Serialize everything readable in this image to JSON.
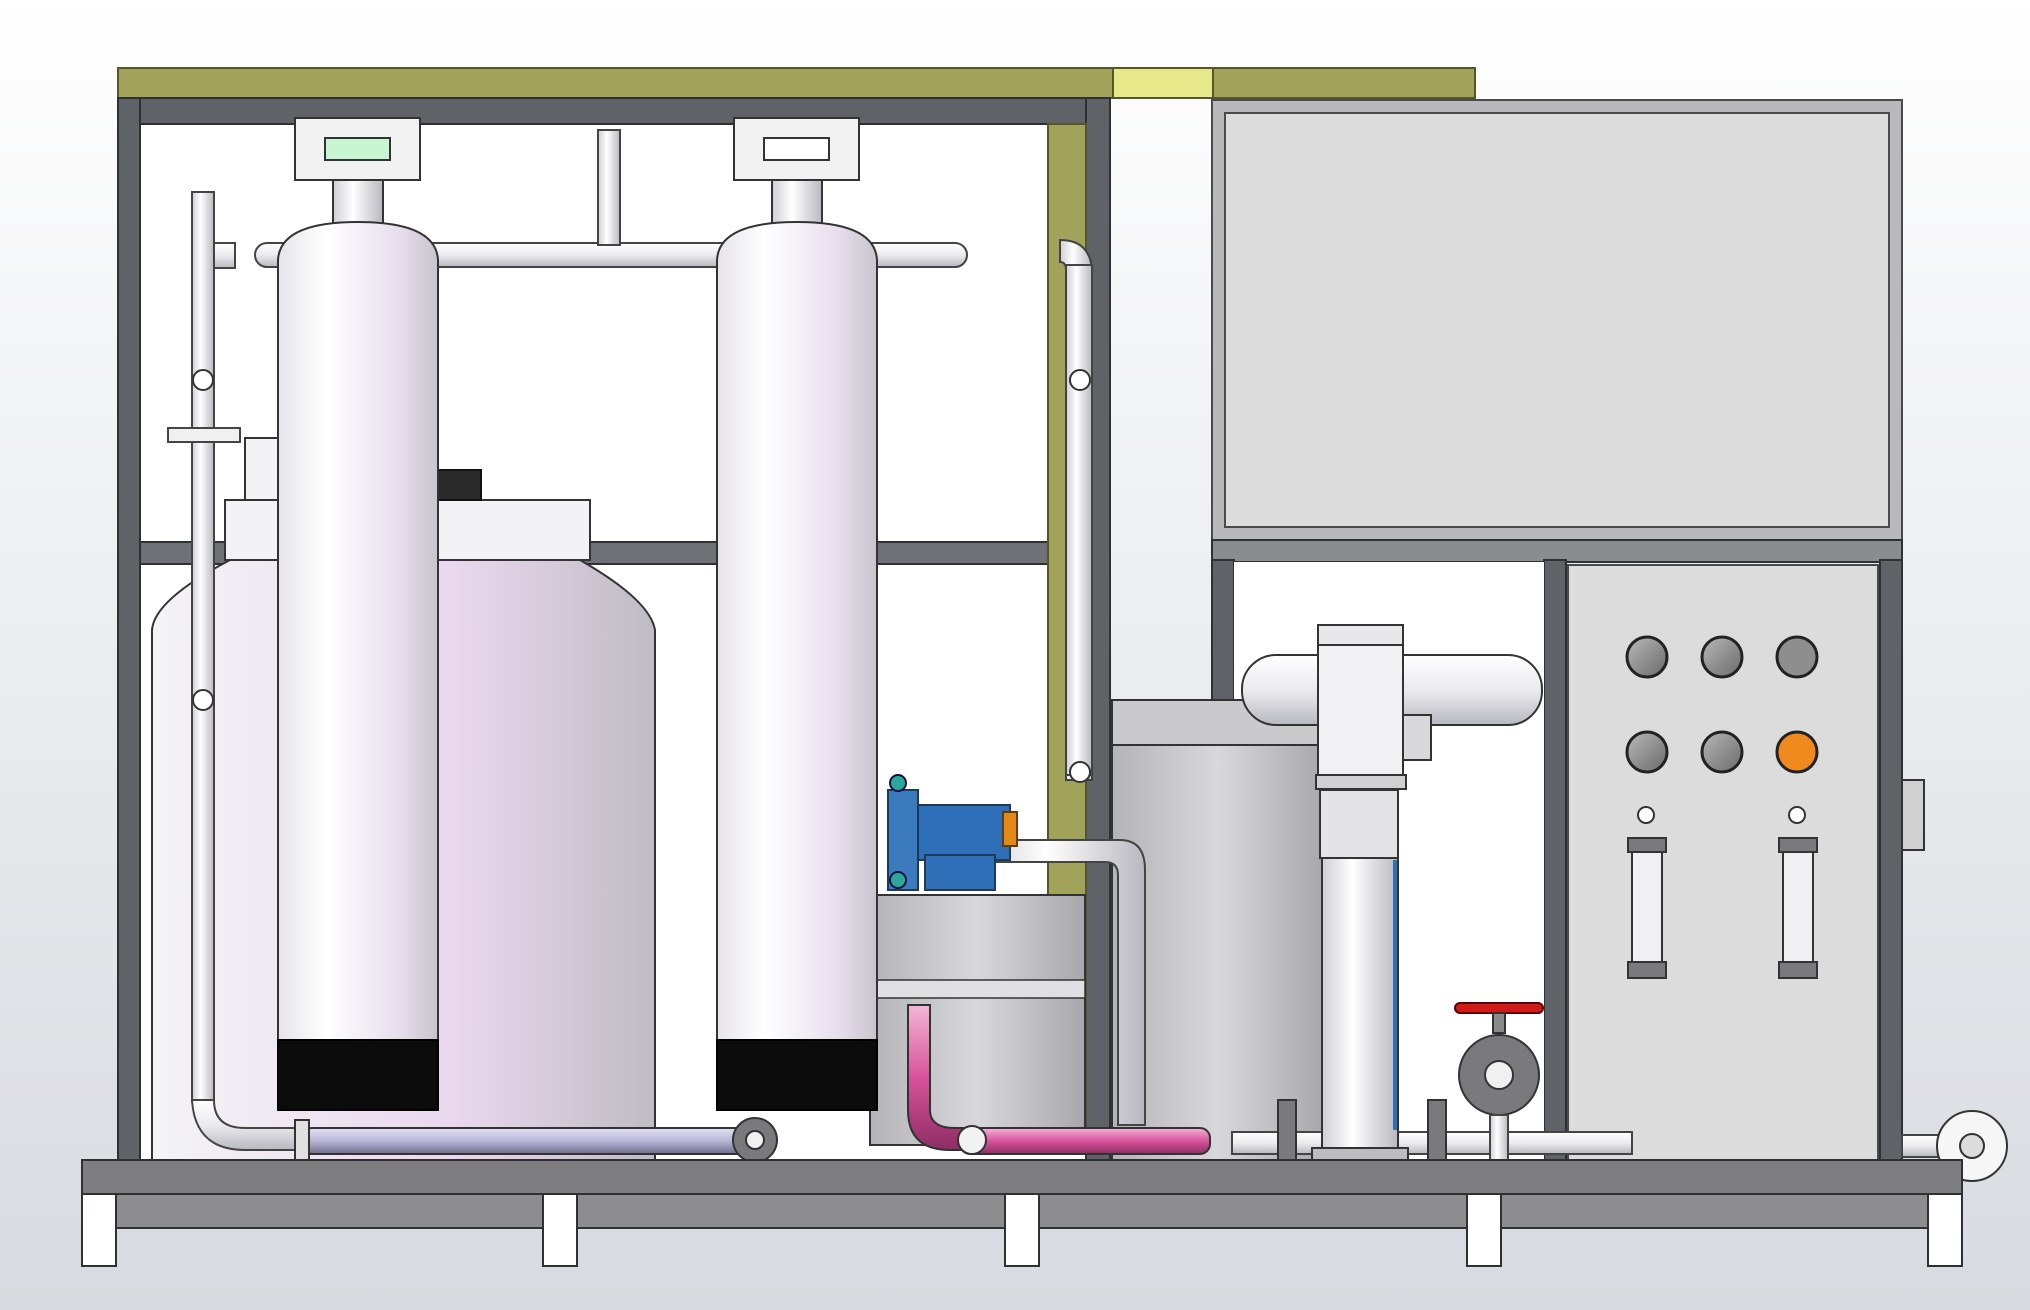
{
  "scene": {
    "background_top": "#ffffff",
    "background_bottom": "#d7dae0",
    "frame_color": "#5f6266",
    "accent_beam": "#a2a35a",
    "accent_beam_light": "#e6e88a",
    "panel_color": "#dcdcdc",
    "tank_white": "#f4f4f6",
    "tank_pink": "#e9d6ea",
    "pump_blue": "#2f6fb8",
    "pump_orange": "#e08a1a",
    "pipe_purple_tint": "#b9b5d6",
    "pipe_magenta": "#d8529b",
    "valve_red": "#d11a1a",
    "gauge_face": "#8e8e8e",
    "indicator_orange": "#f08a1e",
    "display_green": "#c8f5d2",
    "gauges_top_row": 3,
    "gauges_bottom_row": 3,
    "flowmeters": 2
  }
}
